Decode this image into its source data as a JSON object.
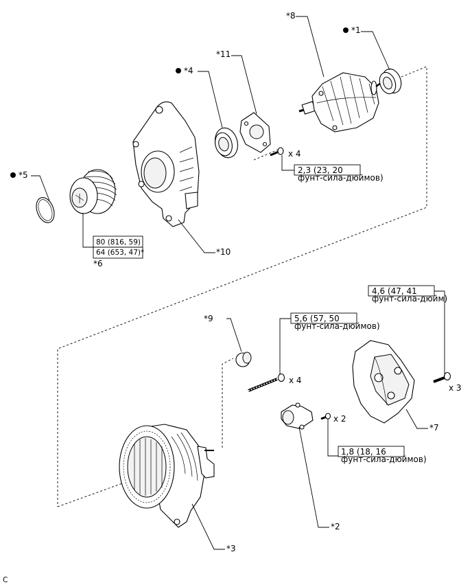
{
  "callouts": {
    "c1": "*1",
    "c2": "*2",
    "c3": "*3",
    "c4": "*4",
    "c5": "*5",
    "c6": "*6",
    "c7": "*7",
    "c8": "*8",
    "c9": "*9",
    "c10": "*10",
    "c11": "*11"
  },
  "quantities": {
    "bearing_cover_screws": "x 4",
    "through_bolts": "x 4",
    "regulator_screws": "x 2",
    "rear_cover_nuts": "x 3"
  },
  "torques": {
    "t_23": {
      "value": "2,3 (23, 20",
      "unit": "фунт-сила-дюймов)"
    },
    "t_56": {
      "value": "5,6 (57, 50",
      "unit": "фунт-сила-дюймов)"
    },
    "t_46": {
      "value": "4,6 (47, 41",
      "unit": "фунт-сила-дюйм)"
    },
    "t_18": {
      "value": "1,8 (18, 16",
      "unit": "фунт-сила-дюймов)"
    },
    "pulley": {
      "line1": "80 (816, 59)",
      "line2": "64 (653, 47)*"
    }
  },
  "corner_mark": "C"
}
